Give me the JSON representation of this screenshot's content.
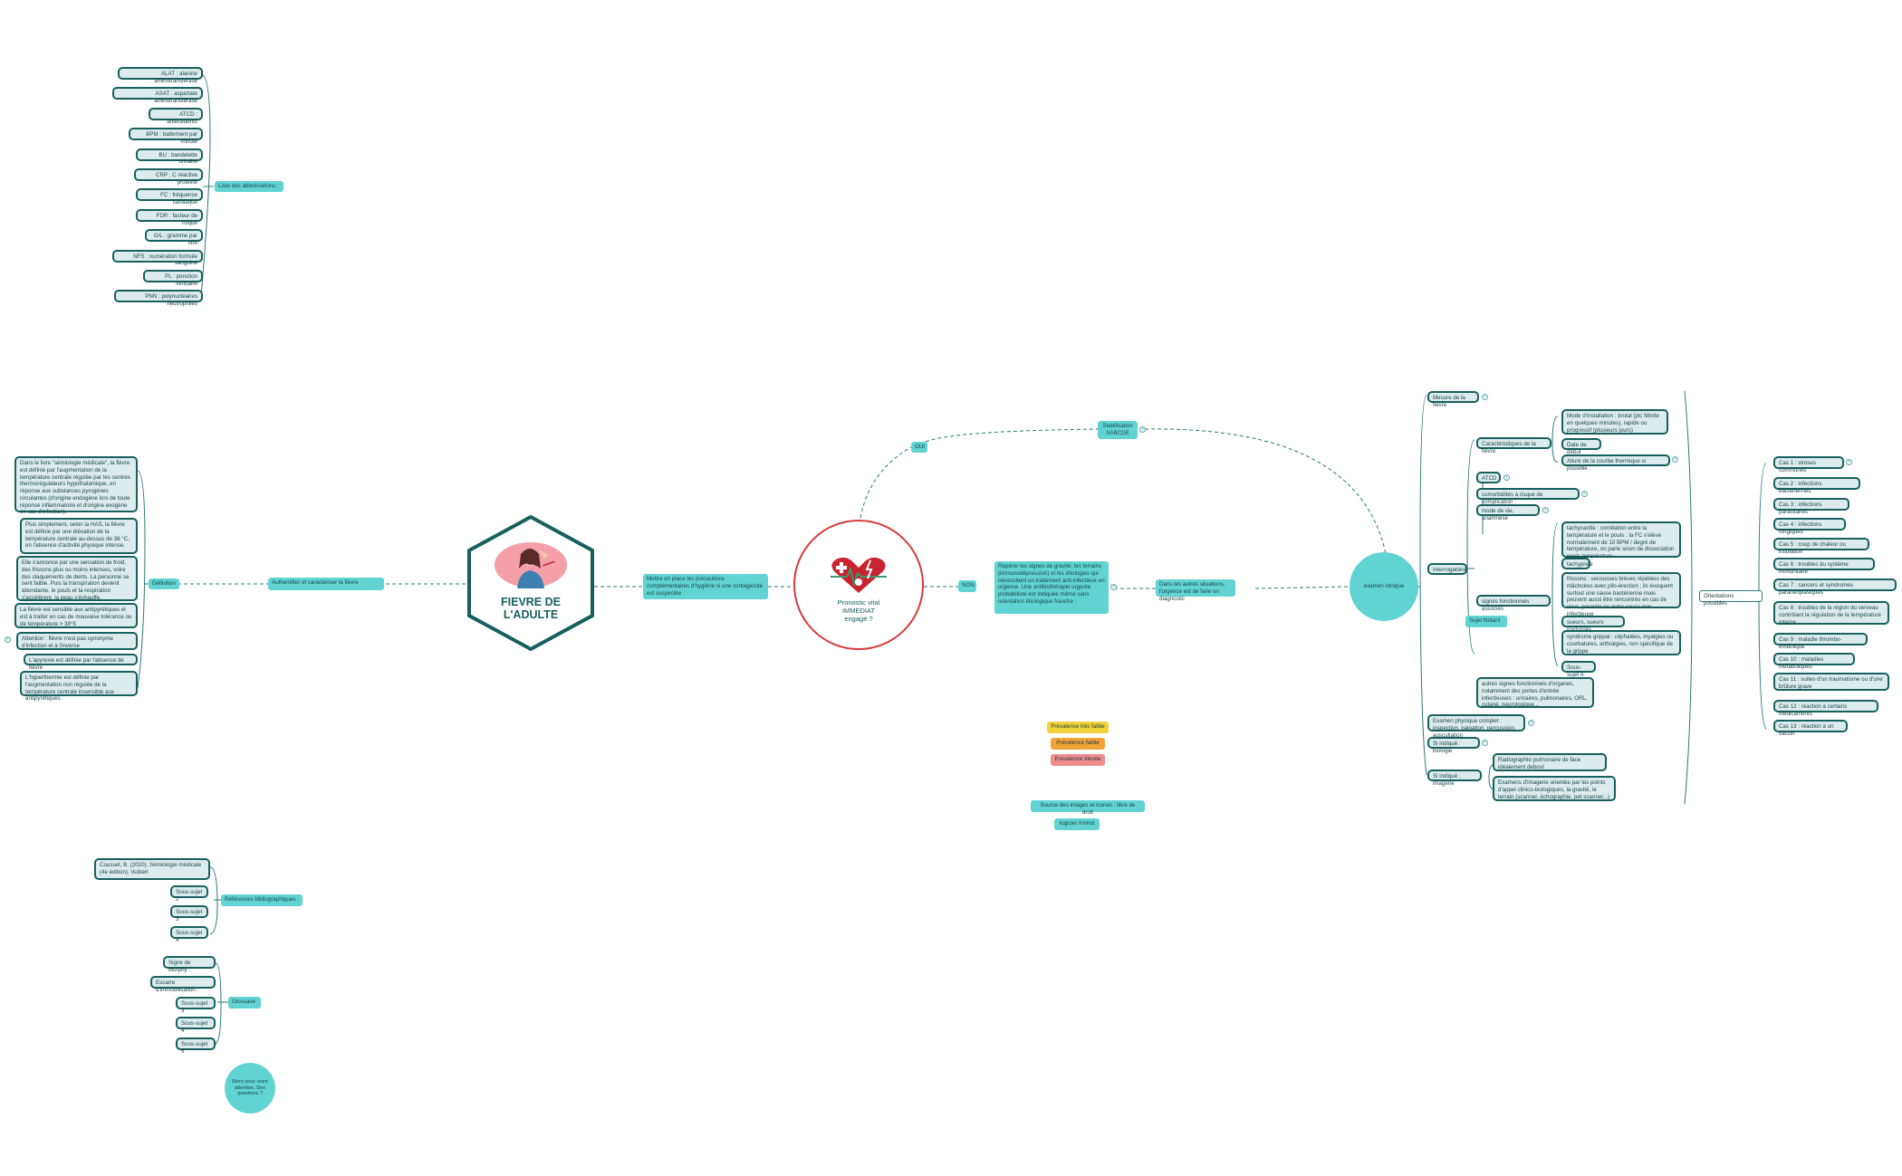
{
  "colors": {
    "teal": "#62d3d3",
    "dark": "#17605d",
    "red": "#d93a3a",
    "yellow": "#f2d23a",
    "orange": "#f2a33a",
    "pink": "#ef8d8d"
  },
  "center": {
    "title": "FIEVRE DE L'ADULTE"
  },
  "abbrev": {
    "label": "Liste des abbréviations :",
    "items": [
      "ALAT : alanine aminotransférase",
      "ASAT : aspartate aminotransférase",
      "ATCD : antécédents",
      "BPM : battement par minute",
      "BU : bandelette urinaire",
      "CRP : C réactive protéine",
      "FC : fréquence cardiaque",
      "FDR : facteur de risque",
      "G/L : gramme par litre",
      "NFS : numération formule sanguine",
      "PL : ponction lombaire",
      "PNN : polynucléaires neutrophiles"
    ]
  },
  "definition": {
    "label": "Définition",
    "items": [
      "Dans le livre \"sémiologie médicale\", la fièvre est définie par l'augmentation de la température centrale régulée par les centres thermorégulateurs hypothalamique, en réponse aux substances pyrogènes circulantes (d'origine endogène lors de toute réponse inflammatoire et d'origine exogène en cas d'infection).",
      "Plus simplement, selon la HAS, la fièvre est définie par une élévation de la température centrale au-dessus de 38 °C, en l'absence d'activité physique intense.",
      "Elle s'annonce par une sensation de froid, des frissons plus ou moins intenses, voire des claquements de dents. La personne se sent faible. Puis la transpiration devient abondante, le pouls et la respiration s'accélèrent, la peau s'échauffe.",
      "La fièvre est sensible aux antipyrétiques et est à traiter en cas de mauvaise tolérance ou de température > 38°5",
      "Attention : fièvre n'est pas synonyme d'infection et à l'inverse",
      "L'apyrexie est définie par l'absence de fièvre",
      "L'hyperthermie est définie par l'augmentation non régulée de la température centrale insensible aux antipyrétiques."
    ]
  },
  "identify": "Authentifier et caractériser la fièvre",
  "hygiene": "Mettre en place les précautions complémentaires d'hygiène si une contagiosité est suspectée",
  "prognosis": {
    "label": "Pronostic vital IMMEDIAT engagé ?",
    "yes": "OUI",
    "no": "NON"
  },
  "stabilisation": "Stabilisation XABCDE",
  "severity": "Repérer les signes de gravité, les terrains (immunodépression) et les étiologies qui nécessitent un traitement anti-infectieux en urgence. Une antibiothérapie urgente probabiliste est indiquée même sans orientation étiologique franche :",
  "other": "Dans les autres situations, l'urgence est de faire un diagnostic",
  "exam": {
    "label": "examen clinique"
  },
  "mesure": "Mesure de la fièvre",
  "interrogatoire": "Interrogatoire",
  "caracteristiques": {
    "label": "Caractéristiques de la fièvre",
    "items": [
      "Mode d'installation : brutal (pic fébrile en quelques minutes), rapide ou progressif (plusieurs jours)",
      "Date de début",
      "Allure de la courbe thermique si possible :"
    ]
  },
  "atcd": "ATCD :",
  "comorb": "comorbidités à risque de complication :",
  "modevie": "mode de vie, anamnèse",
  "signes": {
    "label": "signes fonctionnels associés",
    "items": [
      "tachycardie : corrélation entre la température et le pouls : la FC s'élève normalement de 10 BPM / degré de température, on parle sinon de dissociation pouls-température.",
      "tachypnée",
      "frissons : secousses brèves répétées des mâchoires avec pilo-érection ; ils évoquent surtout une cause bactérienne mais peuvent aussi être rencontrés en cas de virus, parasite ou autre cause non infectieuse",
      "sueurs, sueurs nocturnes",
      "syndrome grippal : céphalées, myalgies ou courbatures, arthralgies, non spécifique de la grippe",
      "Sous-sujet A"
    ]
  },
  "autres": "autres signes fonctionnels d'organes, notamment des portes d'entrée infectieuses : urinaires, pulmonaires, ORL, cutané, neurologique...",
  "floating": "Sujet flottant",
  "physique": "Examen physique complet : inspection, palpation, percussion, auscultation",
  "biologie": "Si indiqué : biologie",
  "imagerie": {
    "label": "Si indiqué : imagerie",
    "items": [
      "Radiographie pulmonaire de face idéalement debout",
      "Examens d'imagerie orientée par les points d'appel clinico-biologiques, la gravité, le terrain (scanner, échographie, pet scanner...)"
    ]
  },
  "orientation": {
    "label": "Orientations possibles",
    "items": [
      "Cas 1 : viroses communes",
      "Cas 2 : infections bactériennes",
      "Cas 3 : infections parasitaires",
      "Cas 4 : infections fongiques",
      "Cas 5 : coup de chaleur ou insolation",
      "Cas 6 : troubles du système immunitaire",
      "Cas 7 : cancers et syndromes paranéoplasiques",
      "Cas 8 : troubles de la région du cerveau contrôlant la régulation de la température interne",
      "Cas 9 : maladie thrombo-embolique",
      "Cas 10 : maladies métaboliques",
      "Cas 11 : suites d'un traumatisme ou d'une brûlure grave",
      "Cas 12 : réaction à certains médicaments",
      "Cas 13 : réaction à un vaccin"
    ]
  },
  "legend": [
    "Prévalence très faible",
    "Prévalence faible",
    "Prévalence élevée"
  ],
  "source": "Source des images et icones : libre de droit",
  "software": "logiciel Xmind",
  "refs": {
    "label": "Références bibliographiques :",
    "items": [
      "Cousset, B. (2020). Sémiologie médicale (4e édition). Vuibert",
      "Sous-sujet 2",
      "Sous-sujet 3",
      "Sous-sujet 4"
    ]
  },
  "glossary": {
    "label": "Glossaire :",
    "items": [
      "Signe de Murphy :",
      "Escarre d'immobilisation :",
      "Sous-sujet 3",
      "Sous-sujet 4",
      "Sous-sujet 5"
    ]
  },
  "thanks": "Merci pour votre attention. Des questions ?"
}
